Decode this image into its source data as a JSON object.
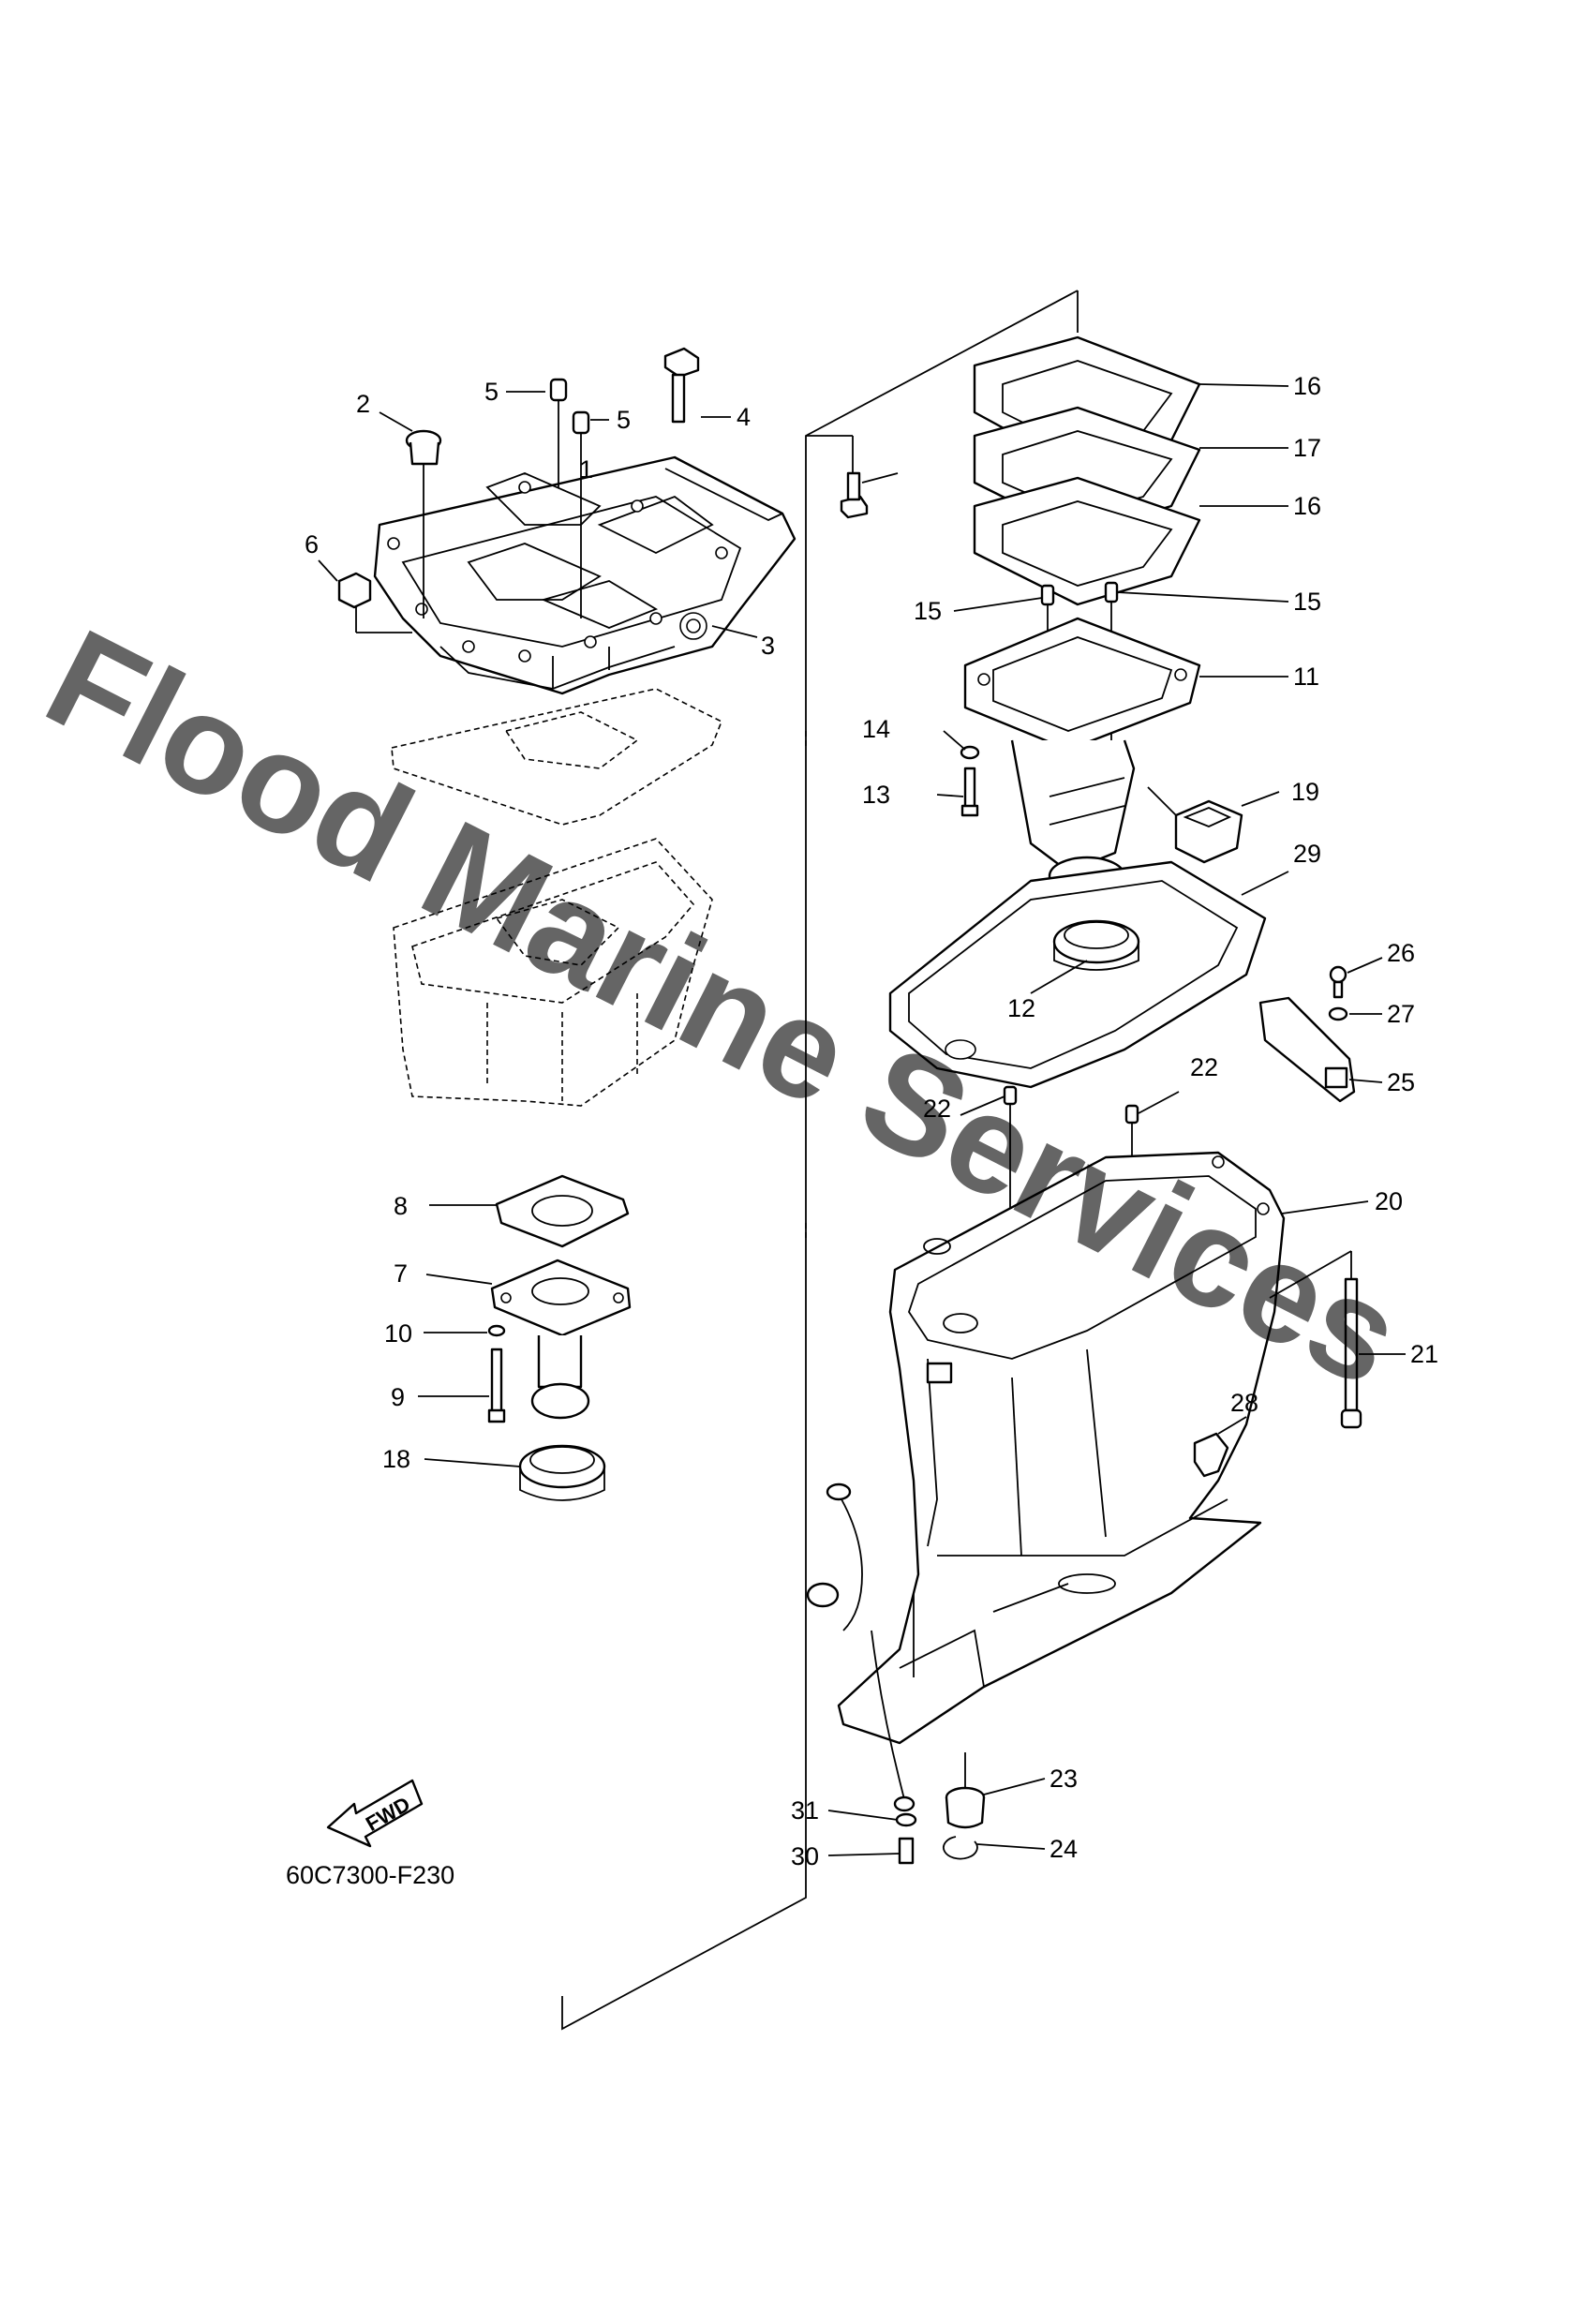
{
  "watermark": "Flood Marine Services",
  "diagram_code": "60C7300-F230",
  "fwd_label": "FWD",
  "callouts": [
    {
      "id": "1",
      "label": "1"
    },
    {
      "id": "2",
      "label": "2"
    },
    {
      "id": "3",
      "label": "3"
    },
    {
      "id": "4",
      "label": "4"
    },
    {
      "id": "5a",
      "label": "5"
    },
    {
      "id": "5b",
      "label": "5"
    },
    {
      "id": "6",
      "label": "6"
    },
    {
      "id": "7",
      "label": "7"
    },
    {
      "id": "8",
      "label": "8"
    },
    {
      "id": "9",
      "label": "9"
    },
    {
      "id": "10",
      "label": "10"
    },
    {
      "id": "11",
      "label": "11"
    },
    {
      "id": "12",
      "label": "12"
    },
    {
      "id": "13",
      "label": "13"
    },
    {
      "id": "14",
      "label": "14"
    },
    {
      "id": "15a",
      "label": "15"
    },
    {
      "id": "15b",
      "label": "15"
    },
    {
      "id": "16a",
      "label": "16"
    },
    {
      "id": "16b",
      "label": "16"
    },
    {
      "id": "17",
      "label": "17"
    },
    {
      "id": "18",
      "label": "18"
    },
    {
      "id": "19",
      "label": "19"
    },
    {
      "id": "20",
      "label": "20"
    },
    {
      "id": "21",
      "label": "21"
    },
    {
      "id": "22a",
      "label": "22"
    },
    {
      "id": "22b",
      "label": "22"
    },
    {
      "id": "23",
      "label": "23"
    },
    {
      "id": "24",
      "label": "24"
    },
    {
      "id": "25",
      "label": "25"
    },
    {
      "id": "26",
      "label": "26"
    },
    {
      "id": "27",
      "label": "27"
    },
    {
      "id": "28",
      "label": "28"
    },
    {
      "id": "29",
      "label": "29"
    },
    {
      "id": "30",
      "label": "30"
    },
    {
      "id": "31",
      "label": "31"
    }
  ]
}
